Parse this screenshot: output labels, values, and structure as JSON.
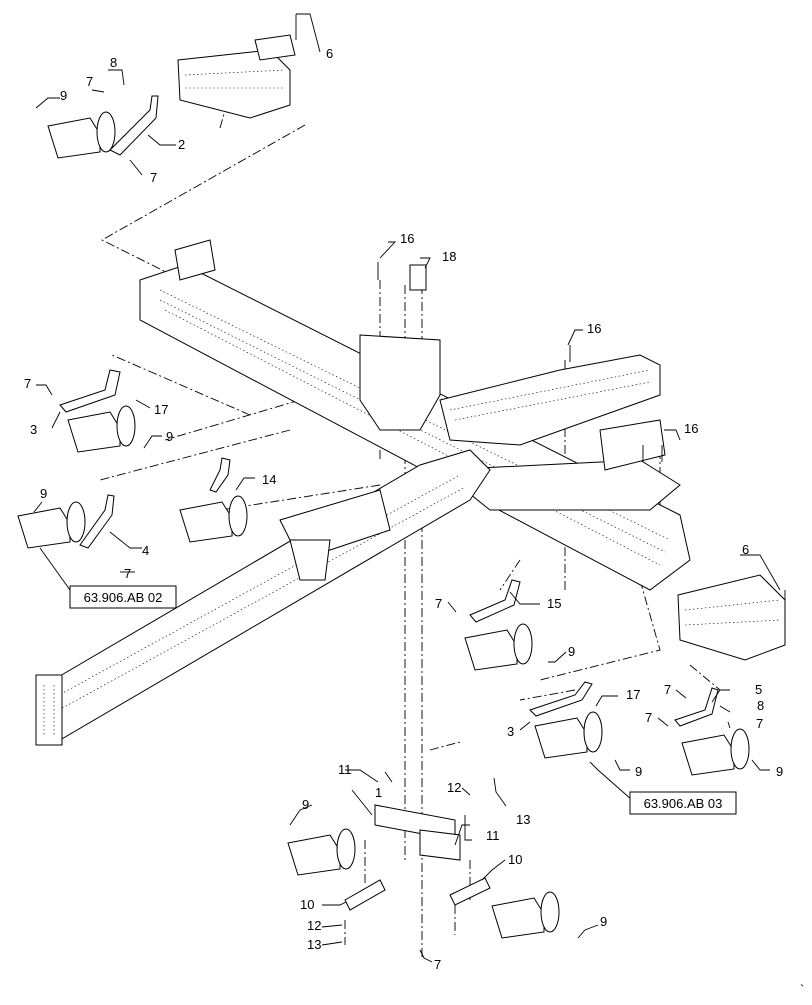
{
  "callouts": [
    "1",
    "2",
    "3",
    "3",
    "4",
    "5",
    "6",
    "6",
    "7",
    "7",
    "7",
    "7",
    "7",
    "7",
    "7",
    "7",
    "7",
    "8",
    "8",
    "9",
    "9",
    "9",
    "9",
    "9",
    "9",
    "9",
    "9",
    "10",
    "10",
    "11",
    "11",
    "12",
    "12",
    "13",
    "13",
    "14",
    "15",
    "16",
    "16",
    "16",
    "17",
    "17",
    "18"
  ],
  "references": [
    "63.906.AB 02",
    "63.906.AB 03"
  ],
  "corner_mark": "`"
}
